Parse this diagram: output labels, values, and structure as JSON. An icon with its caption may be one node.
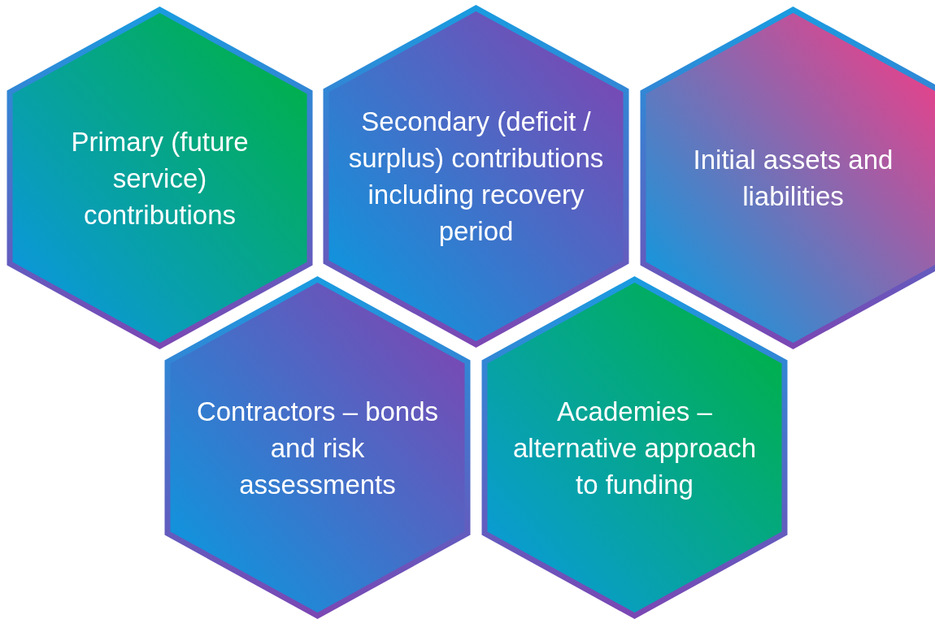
{
  "diagram": {
    "nodes": [
      {
        "text": [
          "Primary (future service) contributions"
        ]
      },
      {
        "text": [
          "Secondary (deficit / surplus) contributions including recovery period"
        ]
      },
      {
        "text": [
          "Initial assets and liabilities"
        ]
      },
      {
        "text": [
          "Contractors – bonds and risk assessments"
        ]
      },
      {
        "text": [
          "Academies – alternative approach to funding"
        ]
      }
    ]
  }
}
